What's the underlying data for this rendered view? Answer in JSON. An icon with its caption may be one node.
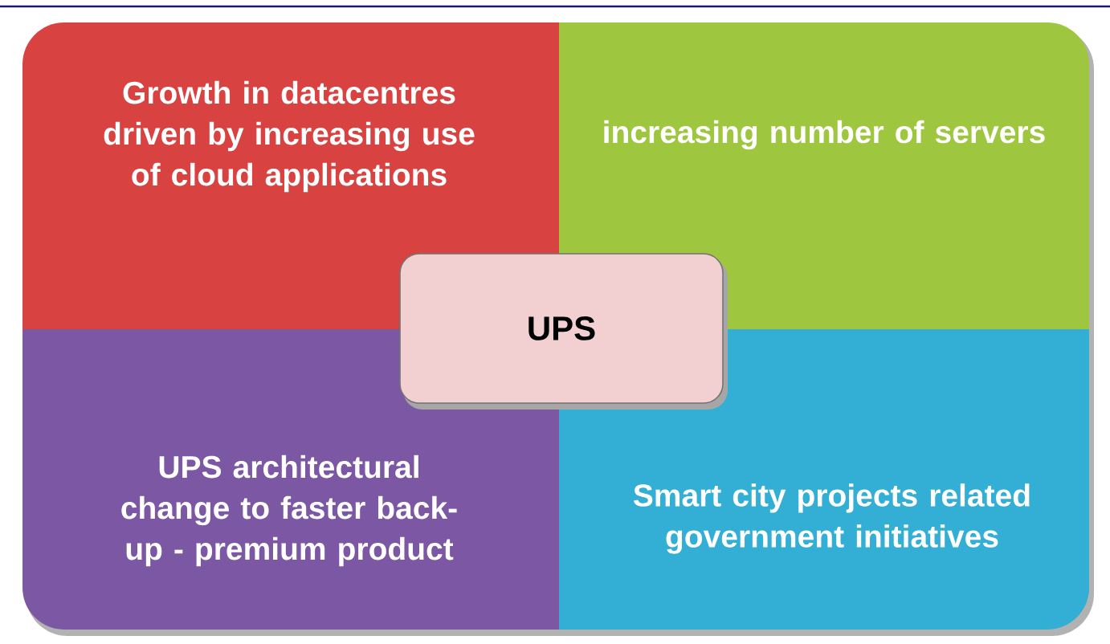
{
  "diagram": {
    "nodes": [
      {
        "text": [
          "Growth in datacentres driven by increasing use of cloud applications"
        ]
      },
      {
        "text": [
          "increasing number of servers"
        ]
      },
      {
        "text": [
          "UPS architectural change to faster back-up - premium product"
        ]
      },
      {
        "text": [
          "Smart city projects related government initiatives"
        ]
      },
      {
        "text": [
          "UPS"
        ]
      }
    ]
  }
}
